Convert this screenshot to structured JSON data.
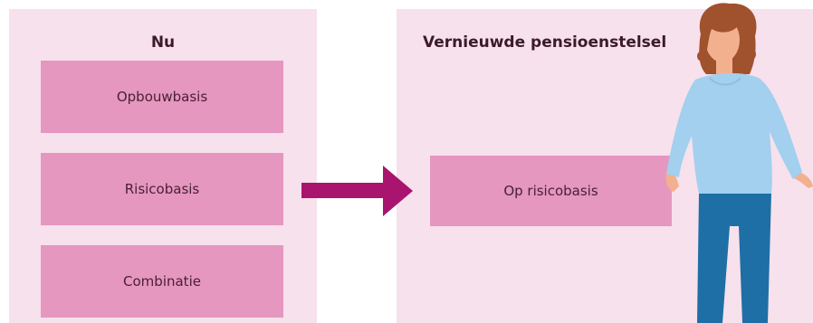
{
  "left_panel": {
    "title": "Nu",
    "items": [
      "Opbouwbasis",
      "Risicobasis",
      "Combinatie"
    ]
  },
  "right_panel": {
    "title": "Vernieuwde pensioenstelsel",
    "items": [
      "Op risicobasis"
    ]
  },
  "colors": {
    "panel_bg": "#f7e1ec",
    "box_bg": "#e597c0",
    "arrow": "#a8146e",
    "title_text": "#3c1a2a"
  },
  "icons": {
    "arrow": "arrow-right-icon",
    "person": "woman-illustration"
  }
}
